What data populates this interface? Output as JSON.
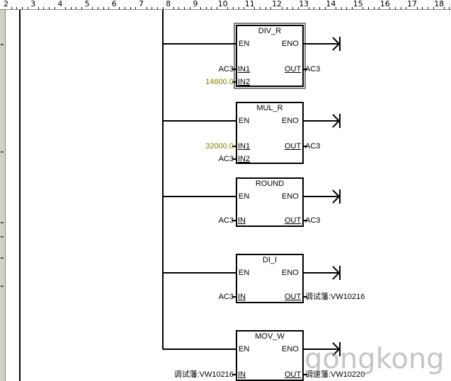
{
  "ruler": {
    "labels": [
      "2",
      "3",
      "4",
      "5",
      "6",
      "7",
      "8",
      "9",
      "10",
      "11",
      "12",
      "13",
      "14",
      "15",
      "16",
      "17",
      "18"
    ]
  },
  "colors": {
    "constant": "#808000",
    "wire": "#000000",
    "watermark": "#969696"
  },
  "blocks": [
    {
      "title": "DIV_R",
      "en": "EN",
      "eno": "ENO",
      "inputs": [
        {
          "pin": "IN1",
          "operand": "AC3",
          "constant": false
        },
        {
          "pin": "IN2",
          "operand": "14600.0",
          "constant": true
        }
      ],
      "out_pin": "OUT",
      "out_operand": "AC3"
    },
    {
      "title": "MUL_R",
      "en": "EN",
      "eno": "ENO",
      "inputs": [
        {
          "pin": "IN1",
          "operand": "32000.0",
          "constant": true
        },
        {
          "pin": "IN2",
          "operand": "AC3",
          "constant": false
        }
      ],
      "out_pin": "OUT",
      "out_operand": "AC3"
    },
    {
      "title": "ROUND",
      "en": "EN",
      "eno": "ENO",
      "inputs": [
        {
          "pin": "IN",
          "operand": "AC3",
          "constant": false
        }
      ],
      "out_pin": "OUT",
      "out_operand": "AC3"
    },
    {
      "title": "DI_I",
      "en": "EN",
      "eno": "ENO",
      "inputs": [
        {
          "pin": "IN",
          "operand": "AC3",
          "constant": false
        }
      ],
      "out_pin": "OUT",
      "out_operand": "调试藩:VW10216"
    },
    {
      "title": "MOV_W",
      "en": "EN",
      "eno": "ENO",
      "inputs": [
        {
          "pin": "IN",
          "operand": "调试藩:VW10216",
          "constant": false
        }
      ],
      "out_pin": "OUT",
      "out_operand": "调速藩:VW10220"
    }
  ],
  "watermark": "gongkong"
}
